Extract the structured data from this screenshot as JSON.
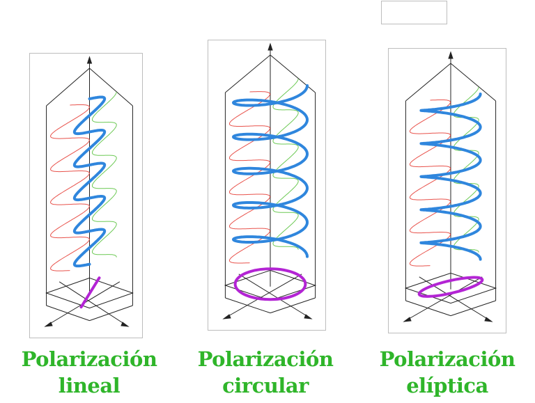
{
  "colors": {
    "caption": "#2fb52a",
    "projection_red": "#e8514a",
    "projection_green": "#6cc954",
    "wave_blue": "#2f86dd",
    "endpoint_magenta": "#b324d4",
    "frame": "#222222"
  },
  "panels": [
    {
      "id": "linear",
      "polarization": "linear",
      "caption_line1": "Polarización",
      "caption_line2": "lineal"
    },
    {
      "id": "circular",
      "polarization": "circular",
      "caption_line1": "Polarización",
      "caption_line2": "circular"
    },
    {
      "id": "elliptic",
      "polarization": "elliptic",
      "caption_line1": "Polarización",
      "caption_line2": "elíptica"
    }
  ]
}
